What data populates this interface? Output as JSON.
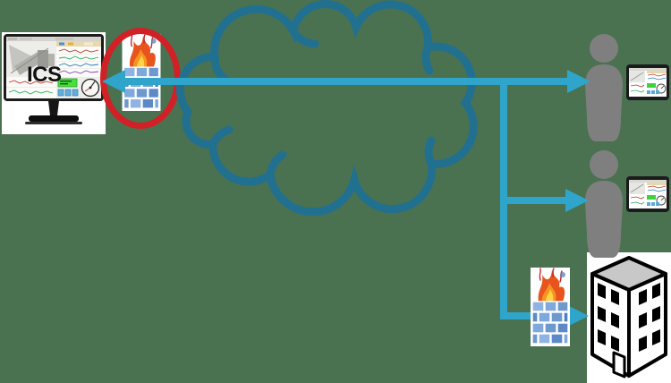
{
  "canvas": {
    "background_color": "#4A7251"
  },
  "ics_station": {
    "label": "ICS",
    "icon": "hmi-workstation-monitor-icon"
  },
  "compromised_firewall": {
    "icon": "firewall-brick-wall-flame-icon",
    "highlight": {
      "icon": "red-ellipse-highlight",
      "color": "#D12026"
    }
  },
  "network_cloud": {
    "icon": "cloud-outline-icon",
    "outline_color": "#227090"
  },
  "links": {
    "color": "#2FA5CB",
    "main_link": "cloud-to-ics-arrow",
    "branches": [
      "arrow-to-remote-user-1",
      "arrow-to-remote-user-2",
      "arrow-to-corporate-building"
    ]
  },
  "remote_users": [
    {
      "icon": "person-silhouette-icon",
      "device_icon": "hmi-tablet-icon",
      "color": "#7F7F7F"
    },
    {
      "icon": "person-silhouette-icon",
      "device_icon": "hmi-tablet-icon",
      "color": "#7F7F7F"
    }
  ],
  "corporate_site": {
    "firewall_icon": "firewall-brick-wall-flame-icon",
    "building_icon": "office-building-icon"
  }
}
